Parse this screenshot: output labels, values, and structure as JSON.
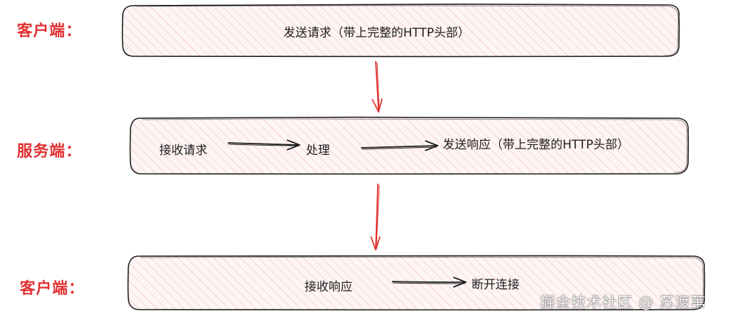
{
  "colors": {
    "label_red": "#e03131",
    "box_fill": "#ffe3e3",
    "box_hatch": "#f4b3b3",
    "box_stroke": "#1e1e1e",
    "arrow_red": "#e03131",
    "arrow_dark": "#1e1e1e",
    "text": "#1e1e1e"
  },
  "rows": [
    {
      "label": "客户端：",
      "steps": [
        "发送请求（带上完整的HTTP头部）"
      ]
    },
    {
      "label": "服务端：",
      "steps": [
        "接收请求",
        "处理",
        "发送响应（带上完整的HTTP头部）"
      ]
    },
    {
      "label": "客户端：",
      "steps": [
        "接收响应",
        "断开连接"
      ]
    }
  ],
  "watermark": "掘金技术社区 @ 苏渡苇"
}
